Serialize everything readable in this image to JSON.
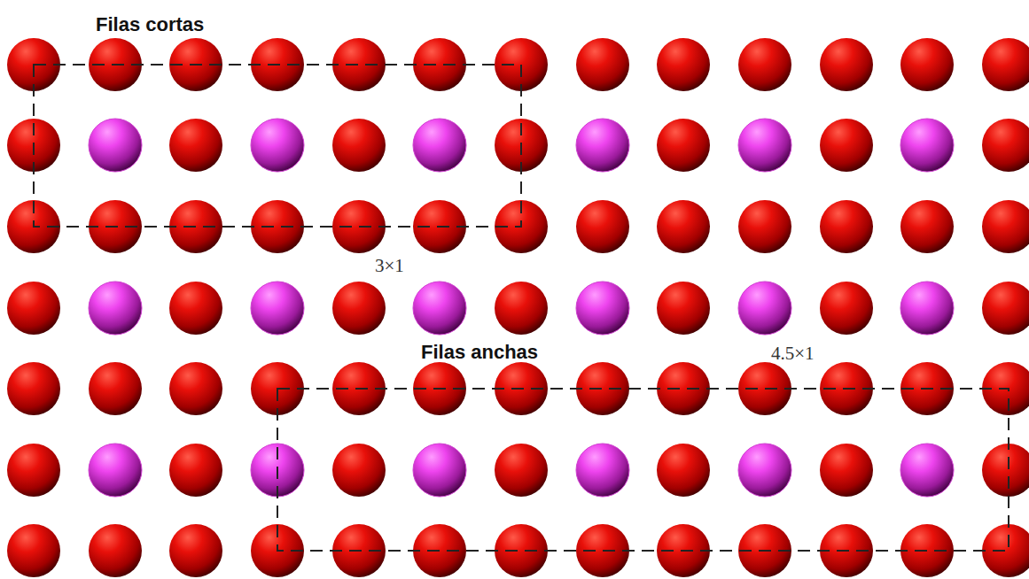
{
  "diagram": {
    "labels": [
      "Filas cortas",
      "3×1",
      "Filas anchas",
      "4.5×1"
    ]
  }
}
